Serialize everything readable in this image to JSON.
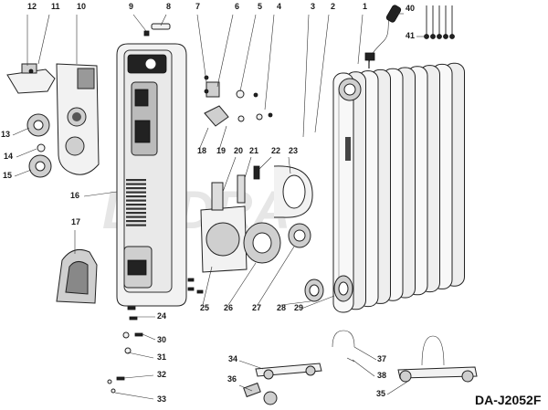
{
  "model_label": "DA-J2052F",
  "watermark": "DEDRA",
  "callouts": [
    {
      "id": "c1",
      "text": "1"
    },
    {
      "id": "c2",
      "text": "2"
    },
    {
      "id": "c3",
      "text": "3"
    },
    {
      "id": "c4",
      "text": "4"
    },
    {
      "id": "c5",
      "text": "5"
    },
    {
      "id": "c6",
      "text": "6"
    },
    {
      "id": "c7",
      "text": "7"
    },
    {
      "id": "c8",
      "text": "8"
    },
    {
      "id": "c9",
      "text": "9"
    },
    {
      "id": "c10",
      "text": "10"
    },
    {
      "id": "c11",
      "text": "11"
    },
    {
      "id": "c12",
      "text": "12"
    },
    {
      "id": "c13",
      "text": "13"
    },
    {
      "id": "c14",
      "text": "14"
    },
    {
      "id": "c15",
      "text": "15"
    },
    {
      "id": "c16",
      "text": "16"
    },
    {
      "id": "c17",
      "text": "17"
    },
    {
      "id": "c18",
      "text": "18"
    },
    {
      "id": "c19",
      "text": "19"
    },
    {
      "id": "c20",
      "text": "20"
    },
    {
      "id": "c21",
      "text": "21"
    },
    {
      "id": "c22",
      "text": "22"
    },
    {
      "id": "c23",
      "text": "23"
    },
    {
      "id": "c24",
      "text": "24"
    },
    {
      "id": "c25",
      "text": "25"
    },
    {
      "id": "c26",
      "text": "26"
    },
    {
      "id": "c27",
      "text": "27"
    },
    {
      "id": "c28",
      "text": "28"
    },
    {
      "id": "c29",
      "text": "29"
    },
    {
      "id": "c30",
      "text": "30"
    },
    {
      "id": "c31",
      "text": "31"
    },
    {
      "id": "c32",
      "text": "32"
    },
    {
      "id": "c33",
      "text": "33"
    },
    {
      "id": "c34",
      "text": "34"
    },
    {
      "id": "c35",
      "text": "35"
    },
    {
      "id": "c36",
      "text": "36"
    },
    {
      "id": "c37",
      "text": "37"
    },
    {
      "id": "c38",
      "text": "38"
    },
    {
      "id": "c40",
      "text": "40"
    },
    {
      "id": "c41",
      "text": "41"
    }
  ]
}
